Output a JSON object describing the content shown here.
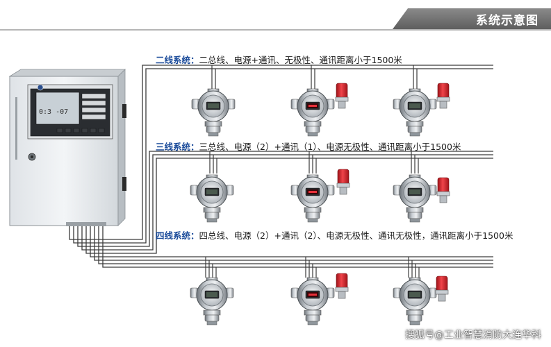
{
  "header": {
    "title": "系统示意图"
  },
  "systems": [
    {
      "name": "二线系统：",
      "desc": "二总线、电源+通讯、无极性、通讯距离小于1500米"
    },
    {
      "name": "三线系统：",
      "desc": "三总线、电源（2）+通讯（1）、电源无极性、通讯距离小于1500米"
    },
    {
      "name": "四线系统：",
      "desc": "四总线、电源（2）+通讯（2）、电源无极性、通讯无极性，通讯距离小于1500米"
    }
  ],
  "controller": {
    "display_reading": "0:3 -07"
  },
  "watermark": "搜狐号@工业智慧消防大连华科",
  "colors": {
    "label_blue": "#1b4b9a",
    "alarm_red": "#d9282f",
    "cabinet": "#e9ecef"
  }
}
